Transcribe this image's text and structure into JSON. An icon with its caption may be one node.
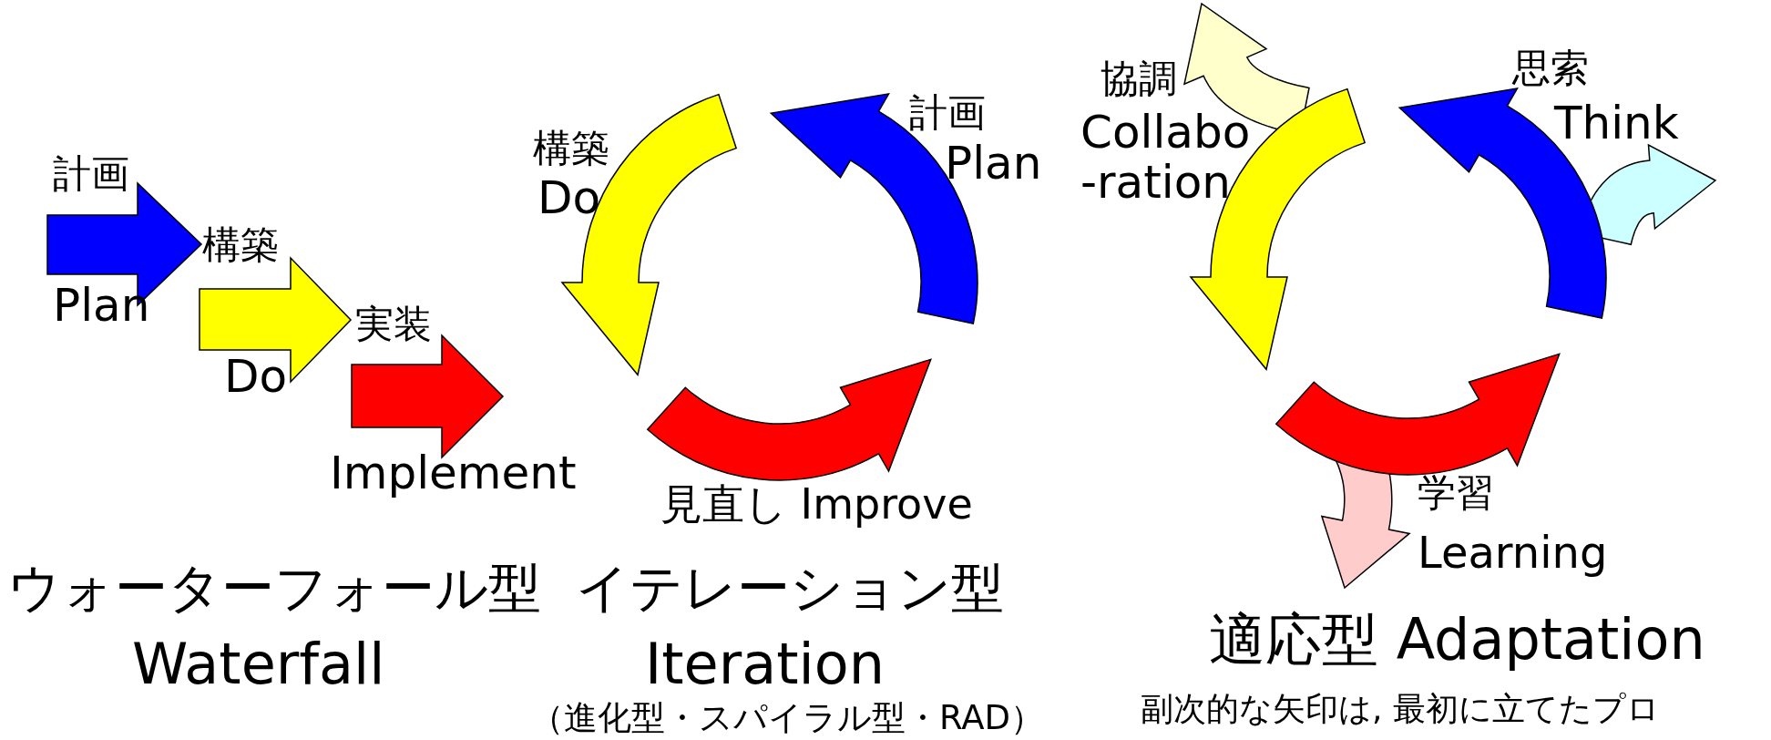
{
  "diagram": {
    "labels": [
      "計画",
      "構築",
      "Plan",
      "実装",
      "Do",
      "Implement",
      "ウォーターフォール型",
      "Waterfall",
      "計画",
      "構築",
      "Plan",
      "Do",
      "見直し Improve",
      "イテレーション型",
      "Iteration",
      "（進化型・スパイラル型・RAD）",
      "協調",
      "思索",
      "Collabo -ration",
      "Think",
      "学習",
      "Learning",
      "適応型 Adaptation",
      "副次的な矢印は, 最初に立てたプロ"
    ]
  }
}
